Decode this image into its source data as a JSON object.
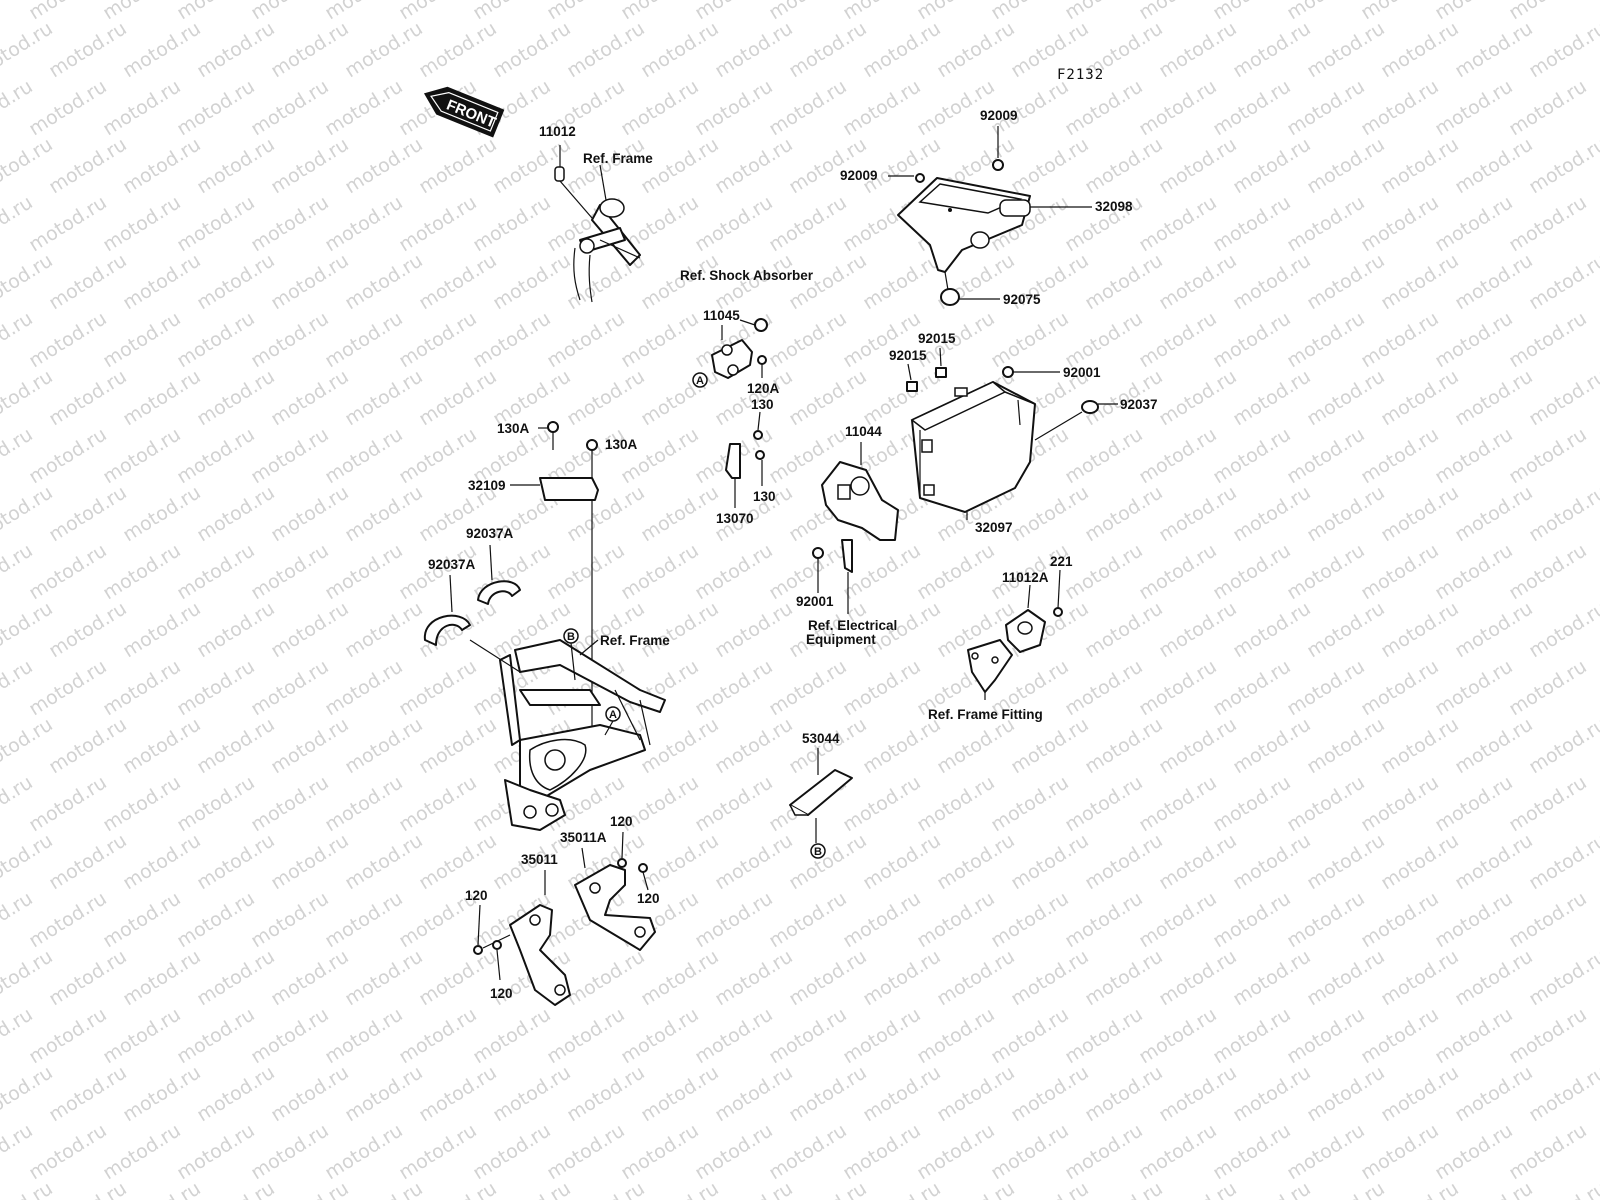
{
  "diagram": {
    "code": "F2132",
    "front_arrow": "FRONT",
    "watermark": "motod.ru",
    "ref_labels": {
      "frame_top": "Ref. Frame",
      "shock": "Ref. Shock Absorber",
      "frame_mid": "Ref. Frame",
      "electrical_1": "Ref. Electrical",
      "electrical_2": "Equipment",
      "frame_fitting": "Ref. Frame Fitting"
    },
    "markers": {
      "a": "A",
      "b": "B"
    },
    "parts": {
      "p11012": "11012",
      "p92009a": "92009",
      "p92009b": "92009",
      "p32098": "32098",
      "p92075": "92075",
      "p11045": "11045",
      "p120A": "120A",
      "p130a": "130",
      "p130b": "130",
      "p13070": "13070",
      "p92015a": "92015",
      "p92015b": "92015",
      "p92001a": "92001",
      "p92037": "92037",
      "p11044": "11044",
      "p32097": "32097",
      "p92001b": "92001",
      "p130Aa": "130A",
      "p130Ab": "130A",
      "p32109": "32109",
      "p92037Aa": "92037A",
      "p92037Ab": "92037A",
      "p221": "221",
      "p11012A": "11012A",
      "p53044": "53044",
      "p35011A": "35011A",
      "p120a": "120",
      "p35011": "35011",
      "p120b": "120",
      "p120c": "120",
      "p120d": "120"
    }
  }
}
